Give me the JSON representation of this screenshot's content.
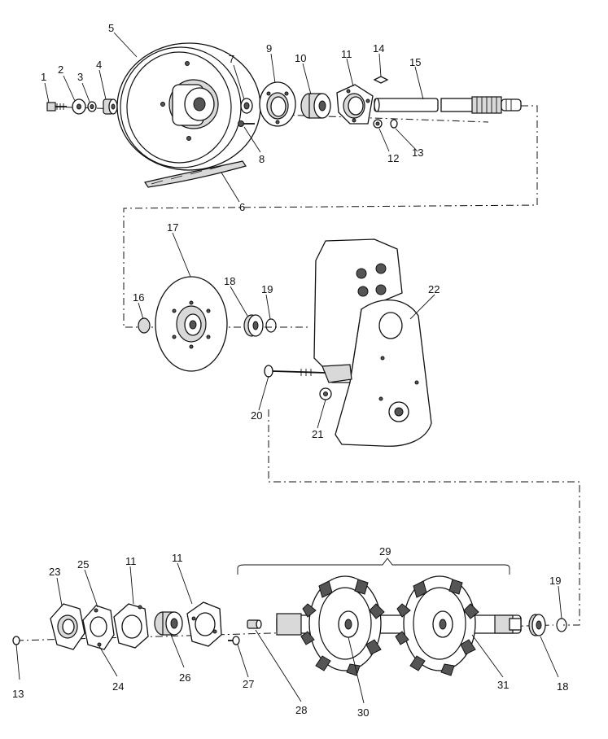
{
  "labels": {
    "p1": "1",
    "p2": "2",
    "p3": "3",
    "p4": "4",
    "p5": "5",
    "p6": "6",
    "p7": "7",
    "p8": "8",
    "p9": "9",
    "p10": "10",
    "p11a": "11",
    "p12": "12",
    "p13a": "13",
    "p14": "14",
    "p15": "15",
    "p16": "16",
    "p17": "17",
    "p18a": "18",
    "p19a": "19",
    "p20": "20",
    "p21": "21",
    "p22": "22",
    "p23": "23",
    "p24": "24",
    "p25": "25",
    "p11b": "11",
    "p11c": "11",
    "p26": "26",
    "p27": "27",
    "p28": "28",
    "p29": "29",
    "p30": "30",
    "p31": "31",
    "p19b": "19",
    "p18b": "18",
    "p13b": "13"
  }
}
